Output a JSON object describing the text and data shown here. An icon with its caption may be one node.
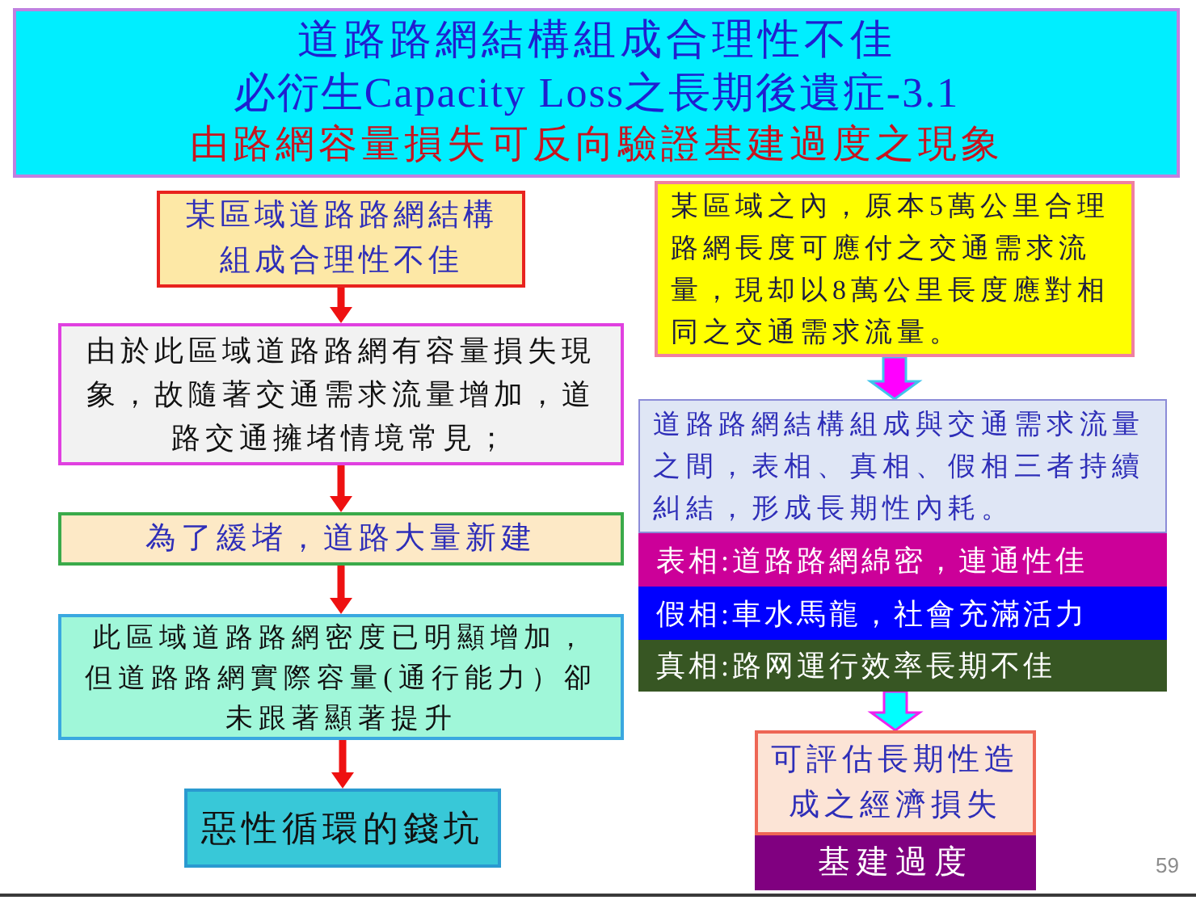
{
  "diagram": {
    "nodes": [
      {
        "text": [
          "道路路網結構組成合理性不佳",
          "必衍生Capacity Loss之長期後遺症-3.1",
          "由路網容量損失可反向驗證基建過度之現象"
        ]
      },
      {
        "text": [
          "某區域道路路網結構組成合理性不佳"
        ]
      },
      {
        "text": [
          "由於此區域道路路網有容量損失現象，故隨著交通需求流量增加，道路交通擁堵情境常見；"
        ]
      },
      {
        "text": [
          "為了緩堵，道路大量新建"
        ]
      },
      {
        "text": [
          "此區域道路路網密度已明顯增加，但道路路網實際容量(通行能力）卻未跟著顯著提升"
        ]
      },
      {
        "text": [
          "惡性循環的錢坑"
        ]
      },
      {
        "text": [
          "某區域之內，原本5萬公里合理路網長度可應付之交通需求流量，現却以8萬公里長度應對相同之交通需求流量。"
        ]
      },
      {
        "text": [
          "道路路網結構組成與交通需求流量之間，表相、真相、假相三者持續糾結，形成長期性內耗。"
        ]
      },
      {
        "text": [
          "表相:道路路網綿密，連通性佳"
        ]
      },
      {
        "text": [
          "假相:車水馬龍，社會充滿活力"
        ]
      },
      {
        "text": [
          "真相:路网運行效率長期不佳"
        ]
      },
      {
        "text": [
          "可評估長期性造成之經濟損失"
        ]
      },
      {
        "text": [
          "基建過度"
        ]
      }
    ],
    "edges": [
      {
        "from": 1,
        "to": 2,
        "arrow": "to"
      },
      {
        "from": 2,
        "to": 3,
        "arrow": "to"
      },
      {
        "from": 3,
        "to": 4,
        "arrow": "to"
      },
      {
        "from": 4,
        "to": 5,
        "arrow": "to"
      },
      {
        "from": 6,
        "to": 7,
        "arrow": "to",
        "style": "thick",
        "color": "#ff00ff"
      },
      {
        "from": 10,
        "to": 11,
        "arrow": "to",
        "style": "thick",
        "color": "#00ffff"
      }
    ],
    "labels": [
      "59"
    ]
  }
}
